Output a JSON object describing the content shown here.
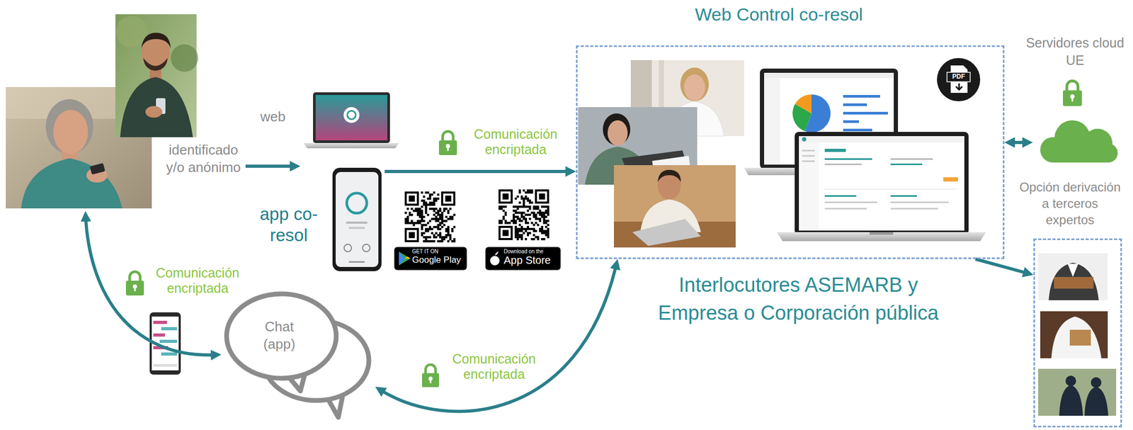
{
  "diagram": {
    "nodes": [
      {
        "text": [
          "identificado y/o anónimo"
        ]
      },
      {
        "text": [
          "web"
        ]
      },
      {
        "text": [
          "app co-resol"
        ]
      },
      {
        "text": [
          "Web Control co-resol",
          "Interlocutores ASEMARB y Empresa o Corporación pública"
        ]
      },
      {
        "text": [
          "Servidores cloud UE"
        ]
      },
      {
        "text": [
          "Opción derivación a terceros expertos"
        ]
      },
      {
        "text": [
          "Chat (app)"
        ]
      }
    ],
    "edges": [
      {
        "from": 0,
        "to": 1,
        "arrow": "to"
      },
      {
        "from": 2,
        "to": 3,
        "arrow": "to",
        "label": "Comunicación encriptada"
      },
      {
        "from": 6,
        "to": 0,
        "arrow": "both",
        "label": "Comunicación encriptada"
      },
      {
        "from": 6,
        "to": 3,
        "arrow": "both",
        "label": "Comunicación encriptada"
      },
      {
        "from": 3,
        "to": 4,
        "arrow": "both"
      },
      {
        "from": 3,
        "to": 5,
        "arrow": "to"
      }
    ],
    "labels": [
      "GET IT ON",
      "Google Play",
      "Download on the",
      "App Store",
      "PDF"
    ]
  }
}
